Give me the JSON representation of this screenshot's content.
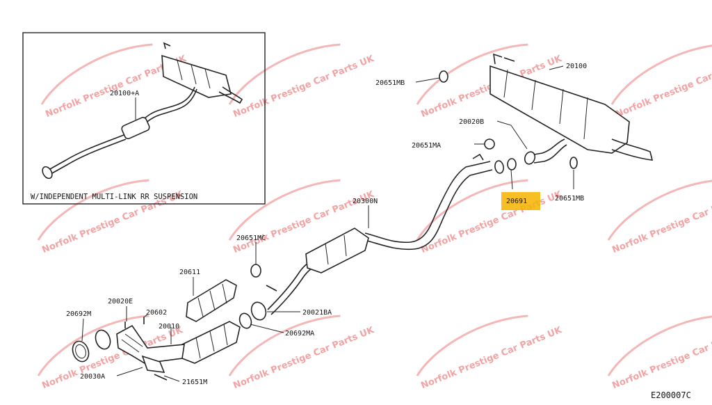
{
  "diagram": {
    "inset_caption": "W/INDEPENDENT MULTI-LINK RR SUSPENSION",
    "figure_code": "E200007C",
    "highlight_color": "#f5b400",
    "watermark_text": "Norfolk Prestige Car Parts UK",
    "watermark_color": "#f2a3a3",
    "labels": {
      "p20100A": "20100+A",
      "p20100": "20100",
      "p20651MB_top": "20651MB",
      "p20020B": "20020B",
      "p20651MA": "20651MA",
      "p20651MB_bottom": "20651MB",
      "p20300N": "20300N",
      "p20651MC": "20651MC",
      "p20611": "20611",
      "p20020E": "20020E",
      "p20692M": "20692M",
      "p20602": "20602",
      "p20010": "20010",
      "p20021BA": "20021BA",
      "p20692MA": "20692MA",
      "p20030A": "20030A",
      "p21651M": "21651M",
      "p20691": "20691"
    }
  }
}
